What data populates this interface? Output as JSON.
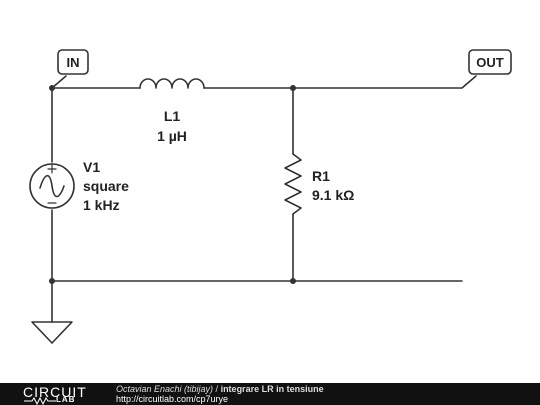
{
  "colors": {
    "wire": "#333333",
    "label": "#222222",
    "footer_bg": "#111111"
  },
  "ports": {
    "in": "IN",
    "out": "OUT"
  },
  "inductor": {
    "name": "L1",
    "value": "1 µH"
  },
  "source": {
    "name": "V1",
    "type": "square",
    "freq": "1 kHz"
  },
  "resistor": {
    "name": "R1",
    "value": "9.1 kΩ"
  },
  "footer": {
    "logo_top": "CIRCUIT",
    "logo_bottom": "LAB",
    "author": "Octavian Enachi (tibijay)",
    "separator": " / ",
    "title": "integrare LR in tensiune",
    "url": "http://circuitlab.com/cp7urye"
  }
}
